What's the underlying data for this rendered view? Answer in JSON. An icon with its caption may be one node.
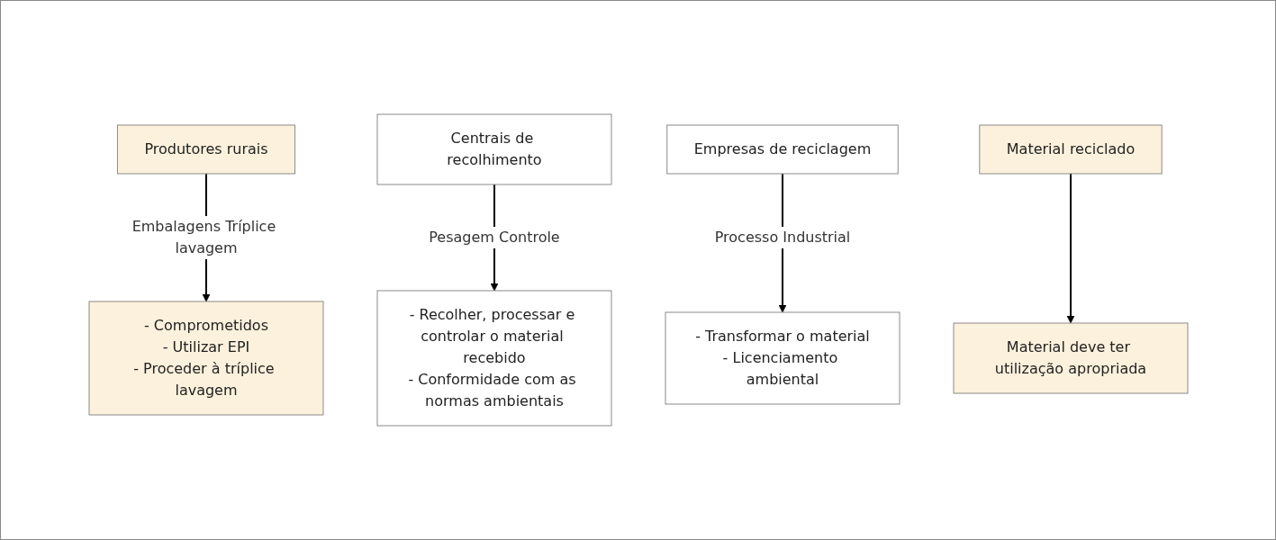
{
  "diagram": {
    "nodes": [
      {
        "text": [
          "Produtores rurais"
        ]
      },
      {
        "text": [
          "- Comprometidos",
          "- Utilizar EPI",
          "- Proceder à tríplice lavagem"
        ]
      },
      {
        "text": [
          "Centrais de recolhimento"
        ]
      },
      {
        "text": [
          "- Recolher, processar e controlar o material recebido",
          "- Conformidade com as normas ambientais"
        ]
      },
      {
        "text": [
          "Empresas de reciclagem"
        ]
      },
      {
        "text": [
          "- Transformar o material",
          "- Licenciamento ambiental"
        ]
      },
      {
        "text": [
          "Material reciclado"
        ]
      },
      {
        "text": [
          "Material deve ter utilização apropriada"
        ]
      }
    ],
    "edges": [
      {
        "from": 0,
        "to": 1,
        "arrow": "to",
        "label": "Embalagens Tríplice lavagem"
      },
      {
        "from": 2,
        "to": 3,
        "arrow": "to",
        "label": "Pesagem Controle"
      },
      {
        "from": 4,
        "to": 5,
        "arrow": "to",
        "label": "Processo Industrial"
      },
      {
        "from": 6,
        "to": 7,
        "arrow": "to"
      }
    ]
  }
}
